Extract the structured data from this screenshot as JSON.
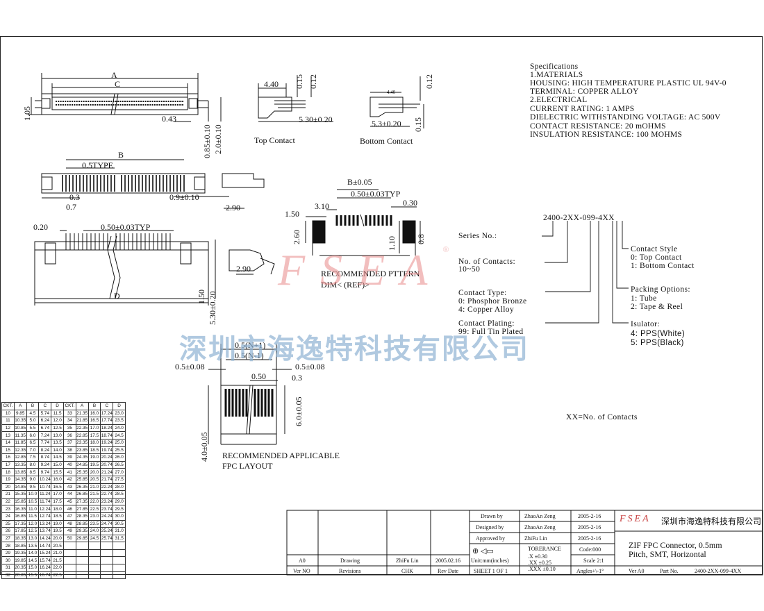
{
  "views": {
    "top_contact": "Top Contact",
    "bottom_contact": "Bottom Contact",
    "recommended_pattern": "RECOMMENDED PTTERN",
    "dim_ref": "DIM< (REF)>",
    "fpc_layout_1": "RECOMMENDED APPLICABLE",
    "fpc_layout_2": "FPC LAYOUT",
    "xx_note": "XX=No. of Contacts"
  },
  "dims": {
    "A": "A",
    "C": "C",
    "B": "B",
    "D": "D",
    "d105": "1.05",
    "d043": "0.43",
    "d085": "0.85±0.10",
    "d20": "2.0±0.10",
    "d440": "4.40",
    "d015a": "0.15",
    "d012a": "0.12",
    "d530": "5.30±0.20",
    "d440b": "4.40",
    "d012b": "0.12",
    "d53": "5.3±0.20",
    "d015b": "0.15",
    "d05type": "0.5TYPE",
    "d03": "0.3",
    "d07": "0.7",
    "d09": "0.9±0.10",
    "d290a": "2.90",
    "d020": "0.20",
    "d050typ": "0.50±0.03TYP",
    "d150": "1.50",
    "d530b": "5.30±0.20",
    "d290b": "2.90",
    "bpm": "B±0.05",
    "d050typ2": "0.50±0.03TYP",
    "d150b": "1.50",
    "d310": "3.10",
    "d030": "0.30",
    "d260": "2.60",
    "d110": "1.10",
    "d08": "0.8",
    "n1": "0.5(N+1)",
    "nm1": "0.5(N-1)",
    "e05l": "0.5±0.08",
    "e05r": "0.5±0.08",
    "e050": "0.50",
    "e03": "0.3",
    "e60": "6.0±0.05",
    "e40": "4.0±0.05"
  },
  "specs": [
    "Specifications",
    "1.MATERIALS",
    "HOUSING: HIGH TEMPERATURE PLASTIC UL 94V-0",
    "TERMINAL: COPPER ALLOY",
    "2.ELECTRICAL",
    "CURRENT RATING: 1 AMPS",
    "DIELECTRIC WITHSTANDING VOLTAGE: AC 500V",
    "CONTACT RESISTANCE: 20 mOHMS",
    "INSULATION RESISTANCE: 100 MOHMS"
  ],
  "part_number": {
    "code": "2400-2XX-099-4XX",
    "series": "Series No.:",
    "contacts": "No. of Contacts:",
    "contacts_range": "10~50",
    "ctype": "Contact Type:",
    "ctype0": "0: Phosphor Bronze",
    "ctype4": "4: Copper Alloy",
    "plating": "Contact Plating:",
    "plating99": "99: Full Tin Plated",
    "style": "Contact Style",
    "style0": "0: Top Contact",
    "style1": "1: Bottom Contact",
    "packing": "Packing Options:",
    "pack1": "1: Tube",
    "pack2": "2: Tape & Reel",
    "insulator": "Isulator:",
    "ins4": "4: PPS(White)",
    "ins5": "5: PPS(Black)"
  },
  "watermark": {
    "latin": "FSEA",
    "reg": "®",
    "cn": "深圳市海逸特科技有限公司"
  },
  "ckt_table": {
    "headers": [
      "CKT.",
      "A",
      "B",
      "C",
      "D",
      "CKT.",
      "A",
      "B",
      "C",
      "D"
    ],
    "rows": [
      [
        "10",
        "9.85",
        "4.5",
        "5.74",
        "11.5",
        "33",
        "21.35",
        "16.0",
        "17.24",
        "23.0"
      ],
      [
        "11",
        "10.35",
        "5.0",
        "6.24",
        "12.0",
        "34",
        "21.85",
        "16.5",
        "17.74",
        "23.5"
      ],
      [
        "12",
        "10.85",
        "5.5",
        "6.74",
        "12.5",
        "35",
        "22.35",
        "17.0",
        "18.24",
        "24.0"
      ],
      [
        "13",
        "11.35",
        "6.0",
        "7.24",
        "13.0",
        "36",
        "22.85",
        "17.5",
        "18.74",
        "24.5"
      ],
      [
        "14",
        "11.85",
        "6.5",
        "7.74",
        "13.5",
        "37",
        "23.35",
        "18.0",
        "19.24",
        "25.0"
      ],
      [
        "15",
        "12.35",
        "7.0",
        "8.24",
        "14.0",
        "38",
        "23.85",
        "18.5",
        "19.74",
        "25.5"
      ],
      [
        "16",
        "12.85",
        "7.5",
        "8.74",
        "14.5",
        "39",
        "24.35",
        "19.0",
        "20.24",
        "26.0"
      ],
      [
        "17",
        "13.35",
        "8.0",
        "9.24",
        "15.0",
        "40",
        "24.85",
        "19.5",
        "20.74",
        "26.5"
      ],
      [
        "18",
        "13.85",
        "8.5",
        "9.74",
        "15.5",
        "41",
        "25.35",
        "20.0",
        "21.24",
        "27.0"
      ],
      [
        "19",
        "14.35",
        "9.0",
        "10.24",
        "16.0",
        "42",
        "25.85",
        "20.5",
        "21.74",
        "27.5"
      ],
      [
        "20",
        "14.85",
        "9.5",
        "10.74",
        "16.5",
        "43",
        "26.35",
        "21.0",
        "22.24",
        "28.0"
      ],
      [
        "21",
        "15.35",
        "10.0",
        "11.24",
        "17.0",
        "44",
        "26.85",
        "21.5",
        "22.74",
        "28.5"
      ],
      [
        "22",
        "15.85",
        "10.5",
        "11.74",
        "17.5",
        "45",
        "27.35",
        "22.0",
        "23.24",
        "29.0"
      ],
      [
        "23",
        "16.35",
        "11.0",
        "12.24",
        "18.0",
        "46",
        "27.85",
        "22.5",
        "23.74",
        "29.5"
      ],
      [
        "24",
        "16.85",
        "11.5",
        "12.74",
        "18.5",
        "47",
        "28.35",
        "23.0",
        "24.24",
        "30.0"
      ],
      [
        "25",
        "17.35",
        "12.0",
        "13.24",
        "19.0",
        "48",
        "28.85",
        "23.5",
        "24.74",
        "30.5"
      ],
      [
        "26",
        "17.85",
        "12.5",
        "13.74",
        "19.5",
        "49",
        "29.35",
        "24.0",
        "25.24",
        "31.0"
      ],
      [
        "27",
        "18.35",
        "13.0",
        "14.24",
        "20.0",
        "50",
        "29.85",
        "24.5",
        "25.74",
        "31.5"
      ],
      [
        "28",
        "18.85",
        "13.5",
        "14.74",
        "20.5",
        "",
        "",
        "",
        "",
        ""
      ],
      [
        "29",
        "19.35",
        "14.0",
        "15.24",
        "21.0",
        "",
        "",
        "",
        "",
        ""
      ],
      [
        "30",
        "19.85",
        "14.5",
        "15.74",
        "21.5",
        "",
        "",
        "",
        "",
        ""
      ],
      [
        "31",
        "20.35",
        "15.0",
        "16.24",
        "22.0",
        "",
        "",
        "",
        "",
        ""
      ],
      [
        "32",
        "20.85",
        "15.5",
        "16.74",
        "22.5",
        "",
        "",
        "",
        "",
        ""
      ]
    ]
  },
  "title_block": {
    "drawn_by": "Drawn by",
    "drawn_name": "ZhaoAn Zeng",
    "drawn_date": "2005-2-16",
    "designed_by": "Designed by",
    "designed_name": "ZhaoAn Zeng",
    "designed_date": "2005-2-16",
    "approved_by": "Approved by",
    "approved_name": "ZhiFu Lin",
    "approved_date": "2005-2-16",
    "tol_label": "TORERANCE",
    "tol_x": ".X    ±0.30",
    "tol_xx": ".XX   ±0.25",
    "tol_xxx": ".XXX  ±0.10",
    "code": "Code:000",
    "scale": "Scale 2:1",
    "angles": "Angles+\\-1°",
    "rev_a0": "A0",
    "rev_drawing": "Drawing",
    "rev_chk": "ZhiFu Lin",
    "rev_date": "2005.02.16",
    "units": "Unit:mm(inches)",
    "sheet": "SHEET 1 OF 1",
    "h_ver": "Ver NO",
    "h_rev": "Revisions",
    "h_chk": "CHK",
    "h_date": "Rev Date",
    "logo": "FSEA",
    "company": "深圳市海逸特科技有限公司",
    "title1": "ZIF FPC Connector, 0.5mm",
    "title2": "Pitch, SMT, Horizontal",
    "ver": "Ver A0",
    "part_label": "Part No.",
    "part_no": "2400-2XX-099-4XX"
  }
}
